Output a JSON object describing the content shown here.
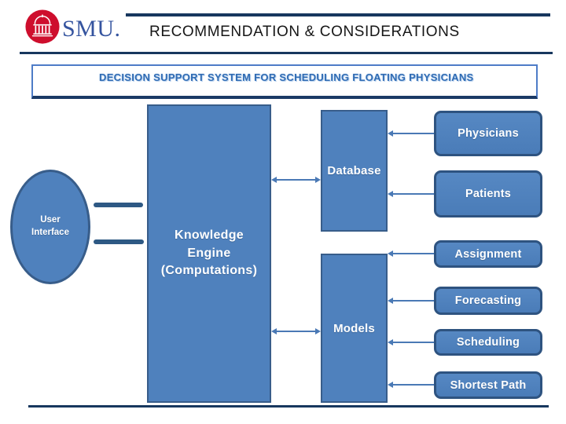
{
  "header": {
    "brand": "SMU.",
    "title": "RECOMMENDATION & CONSIDERATIONS",
    "logo_icon": "dome-building-icon"
  },
  "banner": {
    "title": "DECISION SUPPORT SYSTEM FOR SCHEDULING FLOATING PHYSICIANS"
  },
  "diagram": {
    "user_interface": {
      "label": "User Interface"
    },
    "knowledge_engine": {
      "label": "Knowledge Engine (Computations)"
    },
    "database": {
      "label": "Database"
    },
    "models": {
      "label": "Models"
    },
    "database_items": [
      {
        "label": "Physicians"
      },
      {
        "label": "Patients"
      }
    ],
    "model_items": [
      {
        "label": "Assignment"
      },
      {
        "label": "Forecasting"
      },
      {
        "label": "Scheduling"
      },
      {
        "label": "Shortest Path"
      }
    ],
    "connections": [
      {
        "from": "User Interface",
        "to": "Knowledge Engine",
        "style": "thick-line"
      },
      {
        "from": "User Interface",
        "to": "Knowledge Engine",
        "style": "thick-line"
      },
      {
        "from": "Knowledge Engine",
        "to": "Database",
        "style": "double-arrow"
      },
      {
        "from": "Knowledge Engine",
        "to": "Models",
        "style": "double-arrow"
      },
      {
        "from": "Physicians",
        "to": "Database",
        "style": "arrow"
      },
      {
        "from": "Patients",
        "to": "Database",
        "style": "arrow"
      },
      {
        "from": "Assignment",
        "to": "Models",
        "style": "arrow"
      },
      {
        "from": "Forecasting",
        "to": "Models",
        "style": "arrow"
      },
      {
        "from": "Scheduling",
        "to": "Models",
        "style": "arrow"
      },
      {
        "from": "Shortest Path",
        "to": "Models",
        "style": "arrow"
      }
    ]
  },
  "colors": {
    "node_fill": "#4F81BD",
    "node_border": "#385D8A",
    "rounded_node_border": "#2E5380",
    "thin_connector": "#4A79B5",
    "thick_connector": "#2E5984",
    "rule": "#17375E",
    "banner_border": "#4E7CC7",
    "banner_bottom_border": "#1B3A66",
    "banner_text": "#2F6BB3",
    "logo_red": "#CE0E2D",
    "logo_blue": "#35549F",
    "header_text": "#161616",
    "node_text": "#FFFFFF"
  }
}
